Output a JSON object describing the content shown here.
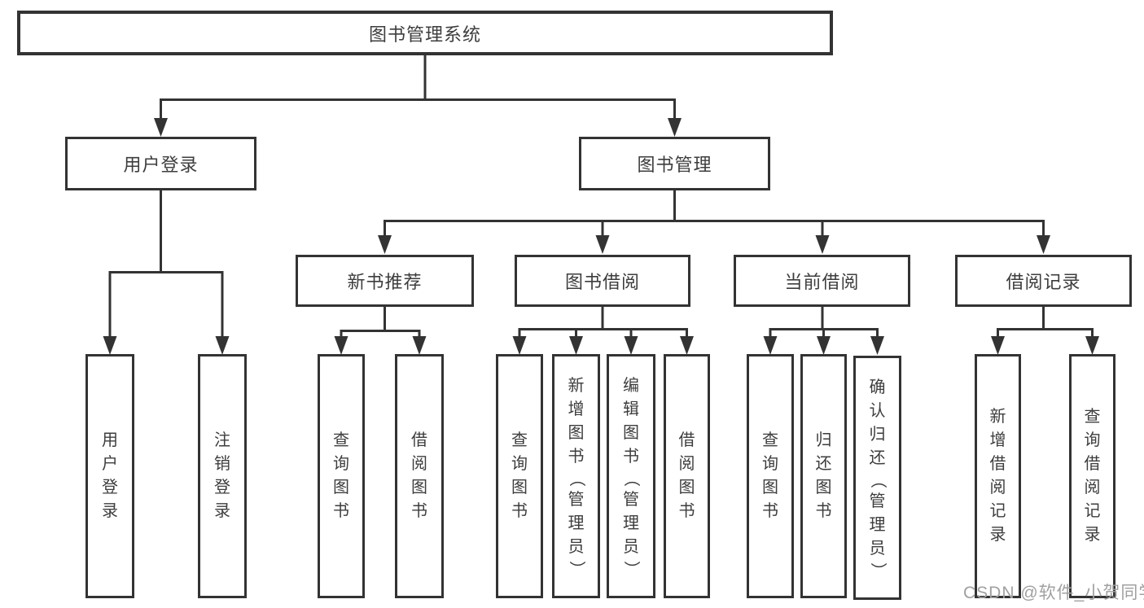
{
  "diagram_type": "function-structure-tree",
  "root": {
    "label": "图书管理系统",
    "children": [
      {
        "label": "用户登录",
        "children": [
          {
            "label": "用户登录"
          },
          {
            "label": "注销登录"
          }
        ]
      },
      {
        "label": "图书管理",
        "children": [
          {
            "label": "新书推荐",
            "children": [
              {
                "label": "查询图书"
              },
              {
                "label": "借阅图书"
              }
            ]
          },
          {
            "label": "图书借阅",
            "children": [
              {
                "label": "查询图书"
              },
              {
                "label": "新增图书（管理员）"
              },
              {
                "label": "编辑图书（管理员）"
              },
              {
                "label": "借阅图书"
              }
            ]
          },
          {
            "label": "当前借阅",
            "children": [
              {
                "label": "查询图书"
              },
              {
                "label": "归还图书"
              },
              {
                "label": "确认归还（管理员）"
              }
            ]
          },
          {
            "label": "借阅记录",
            "children": [
              {
                "label": "新增借阅记录"
              },
              {
                "label": "查询借阅记录"
              }
            ]
          }
        ]
      }
    ]
  },
  "watermark": "CSDN @软件_小贺同学",
  "colors": {
    "line": "#333333",
    "border": "#333333",
    "fill": "#ffffff",
    "text": "#3d3d3d",
    "watermark": "#a0a0a0",
    "bg": "#ffffff"
  }
}
